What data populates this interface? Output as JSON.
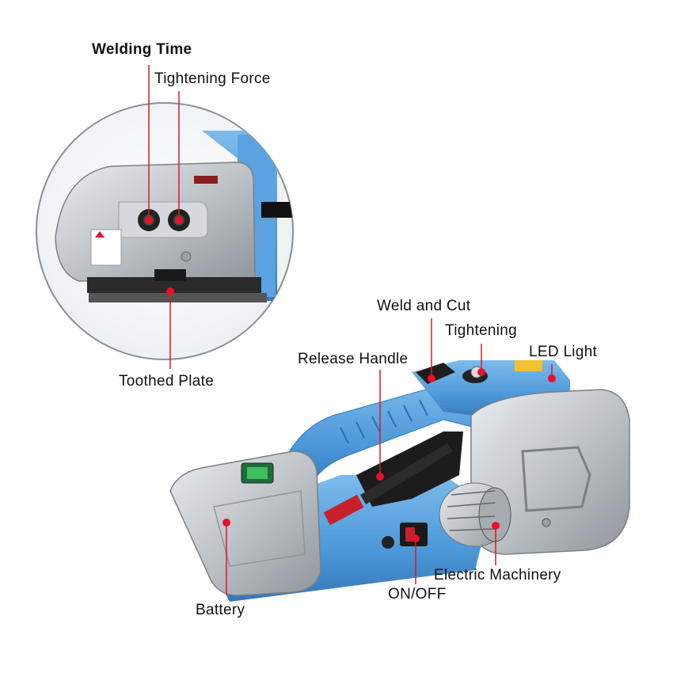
{
  "diagram": {
    "labels": {
      "welding_time": "Welding Time",
      "tightening_force": "Tightening Force",
      "toothed_plate": "Toothed Plate",
      "weld_and_cut": "Weld and Cut",
      "tightening": "Tightening",
      "release_handle": "Release Handle",
      "led_light": "LED Light",
      "battery": "Battery",
      "on_off": "ON/OFF",
      "electric_machinery": "Electric Machinery"
    },
    "colors": {
      "tool_body": "#5aa3e0",
      "tool_body_dark": "#3f83c4",
      "metal": "#c9cdd1",
      "metal_dark": "#8e949a",
      "marker": "#e8102a",
      "callout_line": "#d81b2b"
    },
    "icons": [
      "strapping-tool-image",
      "detail-inset-image"
    ]
  }
}
